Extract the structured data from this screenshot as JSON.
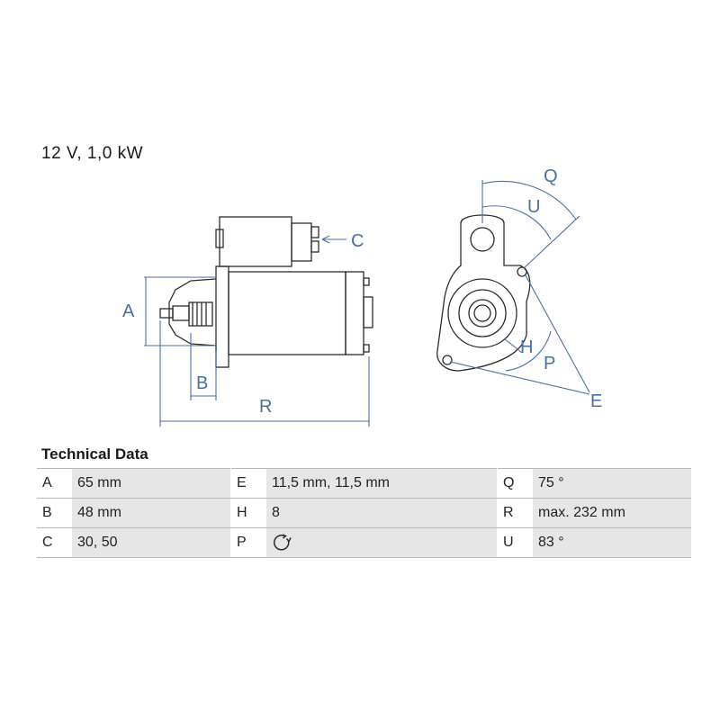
{
  "header": {
    "spec_line": "12 V, 1,0 kW"
  },
  "drawing": {
    "labels": {
      "A": "A",
      "B": "B",
      "C": "C",
      "R": "R",
      "Q": "Q",
      "U": "U",
      "H": "H",
      "P": "P",
      "E": "E"
    },
    "line_color": "#2c2c2c",
    "dimension_color": "#4a6fa5"
  },
  "technical_data": {
    "title": "Technical Data",
    "rows": [
      [
        {
          "key": "A",
          "value": "65 mm"
        },
        {
          "key": "E",
          "value": "11,5 mm, 11,5 mm"
        },
        {
          "key": "Q",
          "value": "75 °"
        }
      ],
      [
        {
          "key": "B",
          "value": "48 mm"
        },
        {
          "key": "H",
          "value": "8"
        },
        {
          "key": "R",
          "value": "max. 232 mm"
        }
      ],
      [
        {
          "key": "C",
          "value": "30, 50"
        },
        {
          "key": "P",
          "value": "",
          "icon": "clockwise-rotation-icon"
        },
        {
          "key": "U",
          "value": "83 °"
        }
      ]
    ]
  }
}
